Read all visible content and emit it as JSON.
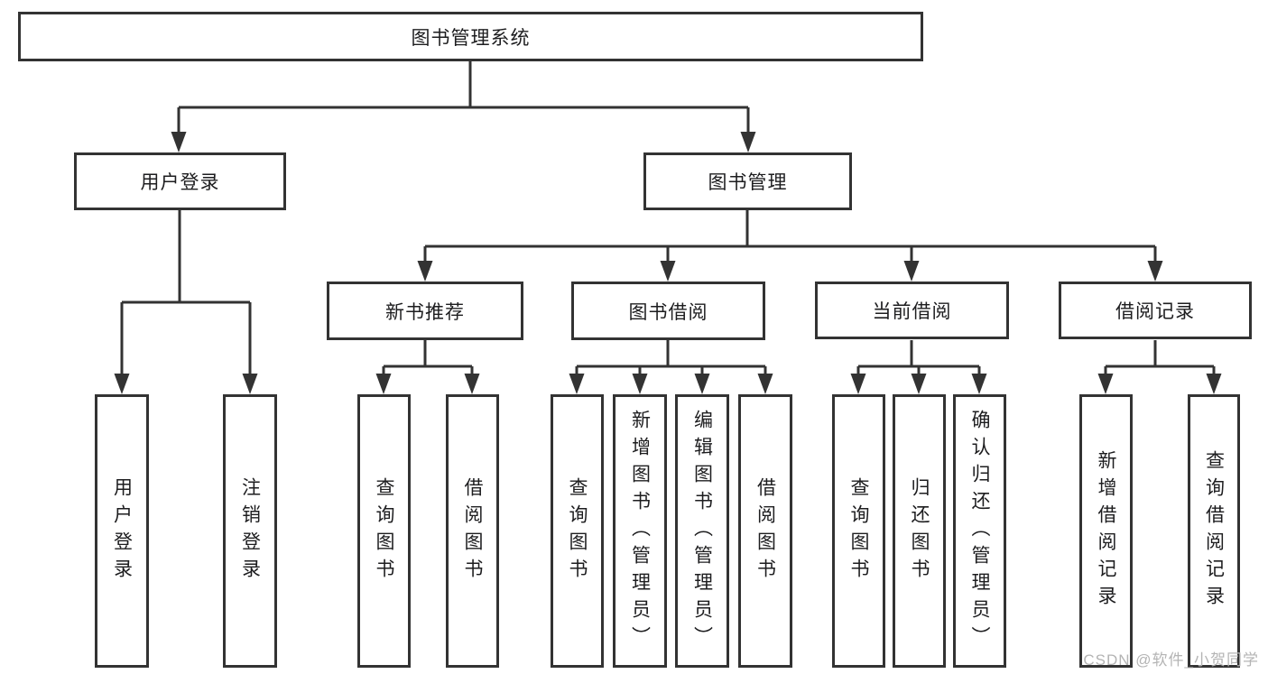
{
  "diagram": {
    "root": {
      "label": "图书管理系统"
    },
    "branches": [
      {
        "label": "用户登录",
        "children": [
          {
            "label": "用户登录"
          },
          {
            "label": "注销登录"
          }
        ]
      },
      {
        "label": "图书管理",
        "children": [
          {
            "label": "新书推荐",
            "children": [
              {
                "label": "查询图书"
              },
              {
                "label": "借阅图书"
              }
            ]
          },
          {
            "label": "图书借阅",
            "children": [
              {
                "label": "查询图书"
              },
              {
                "label": "新增图书（管理员）"
              },
              {
                "label": "编辑图书（管理员）"
              },
              {
                "label": "借阅图书"
              }
            ]
          },
          {
            "label": "当前借阅",
            "children": [
              {
                "label": "查询图书"
              },
              {
                "label": "归还图书"
              },
              {
                "label": "确认归还（管理员）"
              }
            ]
          },
          {
            "label": "借阅记录",
            "children": [
              {
                "label": "新增借阅记录"
              },
              {
                "label": "查询借阅记录"
              }
            ]
          }
        ]
      }
    ]
  },
  "watermark": {
    "text": "CSDN @软件_小贺同学"
  },
  "colors": {
    "line": "#333333",
    "text": "#1d1d1f",
    "background": "#ffffff",
    "watermark": "#b4b4b4"
  }
}
